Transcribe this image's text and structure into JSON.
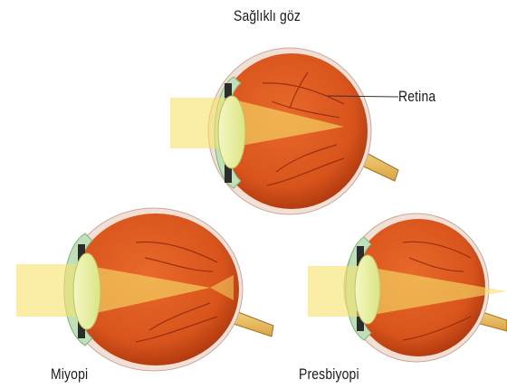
{
  "labels": {
    "healthy": "Sağlıklı göz",
    "retina": "Retina",
    "myopia": "Miyopi",
    "presbyopia": "Presbiyopi"
  },
  "colors": {
    "eyeball": "#d8541c",
    "eyeball_dark": "#a8340c",
    "sclera": "#f2e0d6",
    "vessel": "#8a2410",
    "lens": "#e9f09a",
    "cornea": "#bfe0b8",
    "iris": "#2c2c2c",
    "beam": "#f7e36a",
    "optic_nerve": "#f0c060"
  },
  "panels": [
    {
      "id": "healthy",
      "focus": "on-retina"
    },
    {
      "id": "myopia",
      "focus": "in-front-of-retina"
    },
    {
      "id": "presbyopia",
      "focus": "behind-retina"
    }
  ]
}
